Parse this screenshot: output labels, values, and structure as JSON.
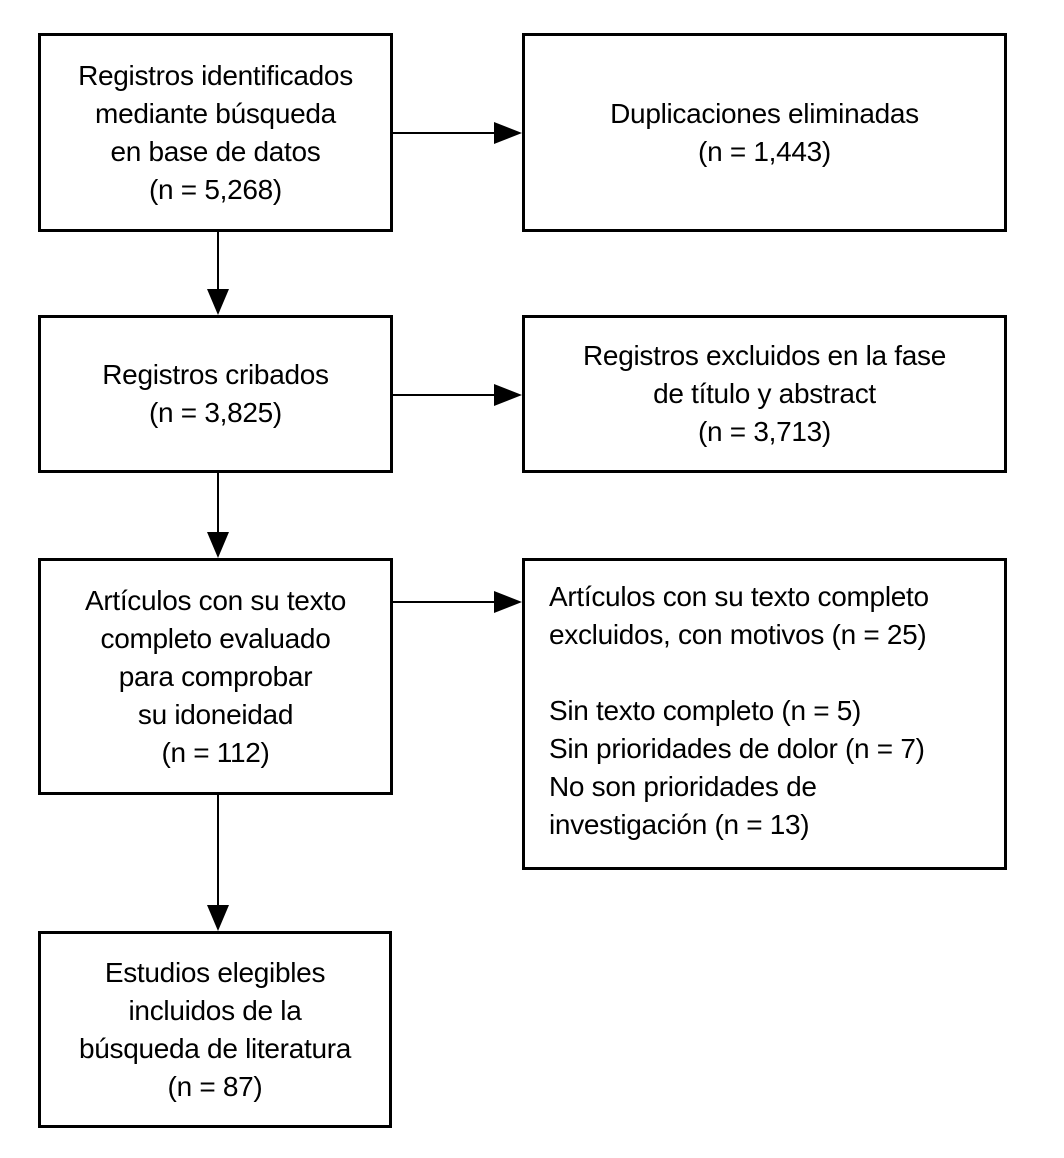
{
  "colors": {
    "background": "#ffffff",
    "box_border": "#000000",
    "text": "#000000",
    "arrow": "#000000"
  },
  "boxes": {
    "identified": {
      "text": "Registros identificados\nmediante búsqueda\nen base de datos\n(n = 5,268)"
    },
    "duplicates_removed": {
      "text": "Duplicaciones eliminadas\n(n = 1,443)"
    },
    "screened": {
      "text": "Registros cribados\n(n = 3,825)"
    },
    "excluded_title_abstract": {
      "text": "Registros excluidos en la fase\nde título y abstract\n(n = 3,713)"
    },
    "fulltext_assessed": {
      "text": "Artículos con su texto\ncompleto evaluado\npara comprobar\nsu idoneidad\n(n = 112)"
    },
    "fulltext_excluded": {
      "text": "Artículos con su texto completo\nexcluidos, con motivos (n = 25)\n\nSin texto completo (n = 5)\nSin prioridades de dolor (n = 7)\nNo son prioridades de\ninvestigación (n = 13)"
    },
    "included": {
      "text": "Estudios elegibles\nincluidos de la\nbúsqueda de literatura\n(n = 87)"
    }
  },
  "arrows": [
    {
      "from": "identified",
      "to": "duplicates_removed",
      "direction": "right"
    },
    {
      "from": "identified",
      "to": "screened",
      "direction": "down"
    },
    {
      "from": "screened",
      "to": "excluded_title_abstract",
      "direction": "right"
    },
    {
      "from": "screened",
      "to": "fulltext_assessed",
      "direction": "down"
    },
    {
      "from": "fulltext_assessed",
      "to": "fulltext_excluded",
      "direction": "right"
    },
    {
      "from": "fulltext_assessed",
      "to": "included",
      "direction": "down"
    }
  ]
}
